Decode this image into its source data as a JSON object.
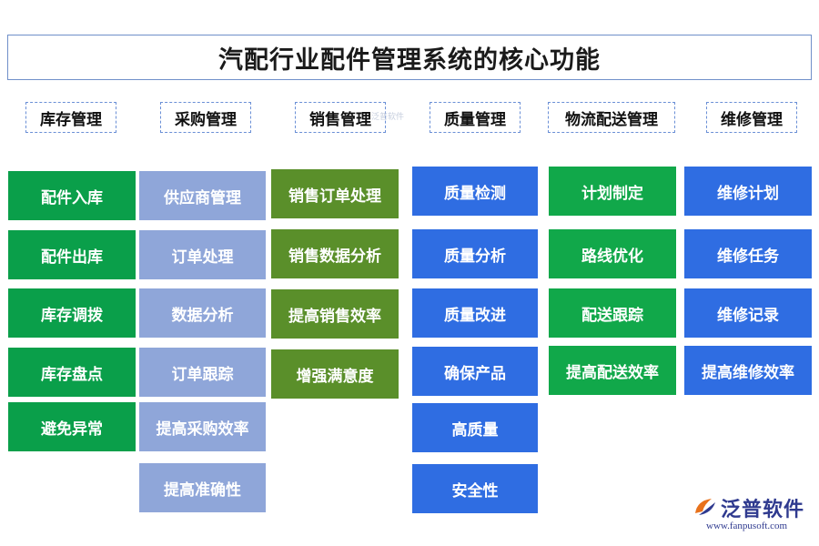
{
  "title": "汽配行业配件管理系统的核心功能",
  "categories": [
    {
      "label": "库存管理",
      "color": "#0a9f4a",
      "items": [
        "配件入库",
        "配件出库",
        "库存调拨",
        "库存盘点",
        "避免异常"
      ]
    },
    {
      "label": "采购管理",
      "color": "#8fa6d9",
      "items": [
        "供应商管理",
        "订单处理",
        "数据分析",
        "订单跟踪",
        "提高采购效率",
        "提高准确性"
      ]
    },
    {
      "label": "销售管理",
      "color": "#5a8f2a",
      "items": [
        "销售订单处理",
        "销售数据分析",
        "提高销售效率",
        "增强满意度"
      ]
    },
    {
      "label": "质量管理",
      "color": "#2f6de2",
      "items": [
        "质量检测",
        "质量分析",
        "质量改进",
        "确保产品",
        "高质量",
        "安全性"
      ]
    },
    {
      "label": "物流配送管理",
      "color": "#11a84a",
      "items": [
        "计划制定",
        "路线优化",
        "配送跟踪",
        "提高配送效率"
      ]
    },
    {
      "label": "维修管理",
      "color": "#2f6de2",
      "items": [
        "维修计划",
        "维修任务",
        "维修记录",
        "提高维修效率"
      ]
    }
  ],
  "watermark": "泛普软件",
  "brand": {
    "name": "泛普软件",
    "url": "www.fanpusoft.com"
  }
}
